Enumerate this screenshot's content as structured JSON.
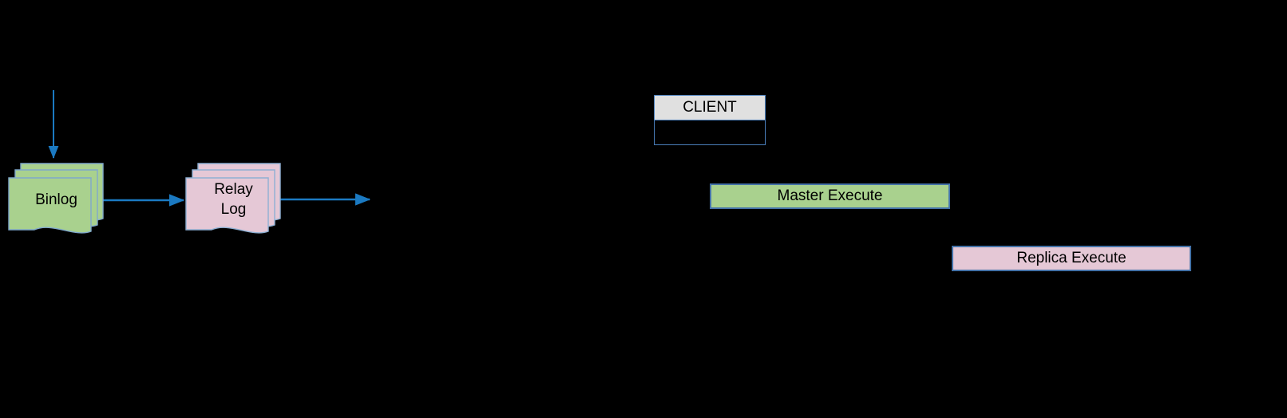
{
  "diagram": {
    "type": "flow-diagram",
    "background_color": "#000000",
    "accent_color": "#1b7ac2",
    "border_color": "#4472a8",
    "green_fill": "#a9d18e",
    "pink_fill": "#e5c8d6",
    "gray_fill": "#e0e0e0"
  },
  "nodes": {
    "binlog": {
      "label": "Binlog",
      "shape": "stacked-document",
      "fill": "#a9d18e"
    },
    "relay_log": {
      "label": "Relay\nLog",
      "shape": "stacked-document",
      "fill": "#e5c8d6"
    },
    "client": {
      "title": "CLIENT",
      "shape": "titled-box",
      "header_fill": "#e0e0e0",
      "body_fill": "transparent"
    },
    "master_execute": {
      "label": "Master Execute",
      "shape": "rectangle",
      "fill": "#a9d18e"
    },
    "replica_execute": {
      "label": "Replica Execute",
      "shape": "rectangle",
      "fill": "#e5c8d6"
    }
  },
  "connectors": [
    {
      "name": "into-binlog",
      "from": "",
      "to": "binlog",
      "direction": "down",
      "color": "#1b7ac2"
    },
    {
      "name": "binlog-to-relay-log",
      "from": "binlog",
      "to": "relay_log",
      "direction": "right",
      "color": "#1b7ac2"
    },
    {
      "name": "relay-log-outgoing",
      "from": "relay_log",
      "to": "",
      "direction": "right",
      "color": "#1b7ac2"
    }
  ]
}
